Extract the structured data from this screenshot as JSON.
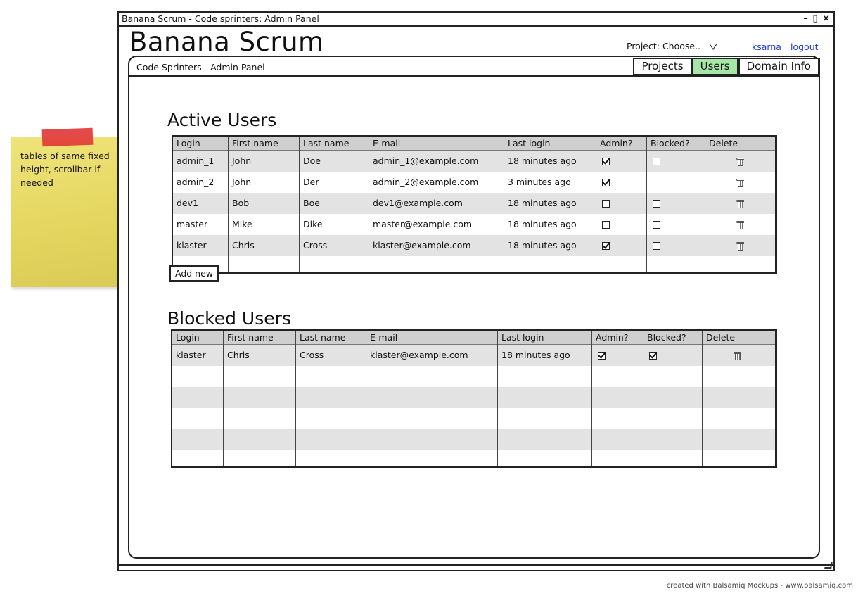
{
  "window": {
    "title": "Banana Scrum - Code sprinters: Admin Panel"
  },
  "header": {
    "app_title": "Banana Scrum",
    "project_label": "Project: Choose..",
    "user_link": "ksarna",
    "logout_link": "logout"
  },
  "panel": {
    "title": "Code Sprinters - Admin Panel",
    "tabs": [
      {
        "label": "Projects",
        "active": false
      },
      {
        "label": "Users",
        "active": true
      },
      {
        "label": "Domain Info",
        "active": false
      }
    ]
  },
  "active_users": {
    "heading": "Active Users",
    "columns": [
      "Login",
      "First name",
      "Last name",
      "E-mail",
      "Last login",
      "Admin?",
      "Blocked?",
      "Delete"
    ],
    "rows": [
      {
        "login": "admin_1",
        "first": "John",
        "last": "Doe",
        "email": "admin_1@example.com",
        "last_login": "18 minutes ago",
        "admin": true,
        "blocked": false
      },
      {
        "login": "admin_2",
        "first": "John",
        "last": "Der",
        "email": "admin_2@example.com",
        "last_login": "3 minutes ago",
        "admin": true,
        "blocked": false
      },
      {
        "login": "dev1",
        "first": "Bob",
        "last": "Boe",
        "email": "dev1@example.com",
        "last_login": "18 minutes ago",
        "admin": false,
        "blocked": false
      },
      {
        "login": "master",
        "first": "Mike",
        "last": "Dike",
        "email": "master@example.com",
        "last_login": "18 minutes ago",
        "admin": false,
        "blocked": false
      },
      {
        "login": "klaster",
        "first": "Chris",
        "last": "Cross",
        "email": "klaster@example.com",
        "last_login": "18 minutes ago",
        "admin": true,
        "blocked": false
      }
    ],
    "add_button": "Add new"
  },
  "blocked_users": {
    "heading": "Blocked Users",
    "columns": [
      "Login",
      "First name",
      "Last name",
      "E-mail",
      "Last login",
      "Admin?",
      "Blocked?",
      "Delete"
    ],
    "rows": [
      {
        "login": "klaster",
        "first": "Chris",
        "last": "Cross",
        "email": "klaster@example.com",
        "last_login": "18 minutes ago",
        "admin": true,
        "blocked": true
      }
    ]
  },
  "sticky_note": {
    "text": "tables of same fixed height, scrollbar if needed"
  },
  "credit": "created with Balsamiq Mockups - www.balsamiq.com",
  "colors": {
    "active_tab": "#a6e6a6",
    "sticky": "#e8dc6a",
    "tape": "#e23a3a",
    "link": "#1a3bd6"
  },
  "icons": {
    "delete": "trash-icon",
    "admin": "checkbox",
    "dropdown": "triangle-down-icon"
  }
}
